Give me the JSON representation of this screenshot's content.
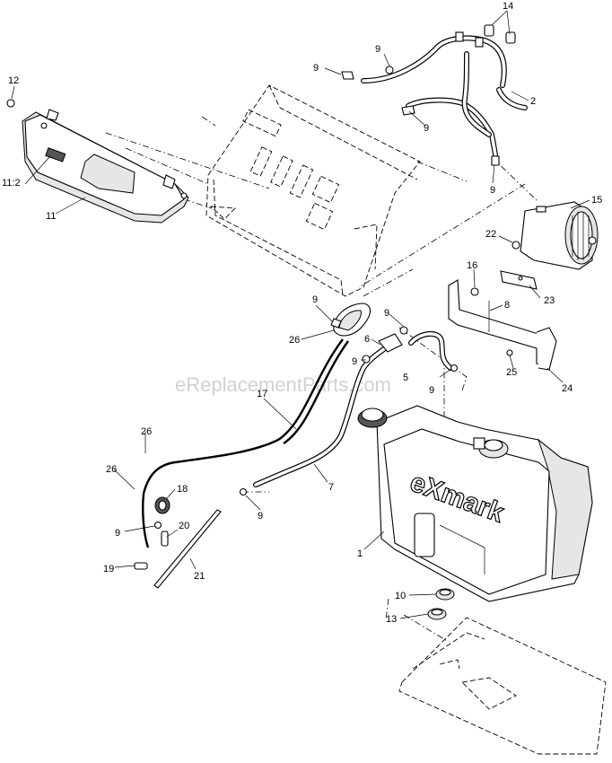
{
  "watermark": "eReplacementParts.com",
  "brand_logo": "eXmark",
  "callouts": [
    {
      "id": "c14",
      "text": "14"
    },
    {
      "id": "c9a",
      "text": "9"
    },
    {
      "id": "c9b",
      "text": "9"
    },
    {
      "id": "c2",
      "text": "2"
    },
    {
      "id": "c9c",
      "text": "9"
    },
    {
      "id": "c9d",
      "text": "9"
    },
    {
      "id": "c12",
      "text": "12"
    },
    {
      "id": "c11_2",
      "text": "11:2"
    },
    {
      "id": "c11",
      "text": "11"
    },
    {
      "id": "c15",
      "text": "15"
    },
    {
      "id": "c22",
      "text": "22"
    },
    {
      "id": "c16",
      "text": "16"
    },
    {
      "id": "c23",
      "text": "23"
    },
    {
      "id": "c8",
      "text": "8"
    },
    {
      "id": "c9e",
      "text": "9"
    },
    {
      "id": "c26a",
      "text": "26"
    },
    {
      "id": "c9f",
      "text": "9"
    },
    {
      "id": "c6",
      "text": "6"
    },
    {
      "id": "c9g",
      "text": "9"
    },
    {
      "id": "c5",
      "text": "5"
    },
    {
      "id": "c9h",
      "text": "9"
    },
    {
      "id": "c25",
      "text": "25"
    },
    {
      "id": "c24",
      "text": "24"
    },
    {
      "id": "c17",
      "text": "17"
    },
    {
      "id": "c26b",
      "text": "26"
    },
    {
      "id": "c26c",
      "text": "26"
    },
    {
      "id": "c18",
      "text": "18"
    },
    {
      "id": "c7",
      "text": "7"
    },
    {
      "id": "c9i",
      "text": "9"
    },
    {
      "id": "c9j",
      "text": "9"
    },
    {
      "id": "c20",
      "text": "20"
    },
    {
      "id": "c1",
      "text": "1"
    },
    {
      "id": "c19",
      "text": "19"
    },
    {
      "id": "c21",
      "text": "21"
    },
    {
      "id": "c10",
      "text": "10"
    },
    {
      "id": "c13",
      "text": "13"
    }
  ]
}
